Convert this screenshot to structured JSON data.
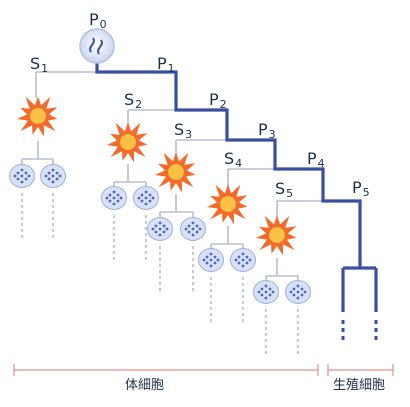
{
  "colors": {
    "germline": "#3a4f9e",
    "somatic": "#b7bdd6",
    "bracket": "#e98e8e",
    "burst_outer": "#f36a2a",
    "burst_inner": "#ffd04a",
    "cell_fill": "#d8e1f5",
    "cell_dot": "#5069b8"
  },
  "diagram": {
    "P_labels": [
      {
        "base": "P",
        "sub": "0"
      },
      {
        "base": "P",
        "sub": "1"
      },
      {
        "base": "P",
        "sub": "2"
      },
      {
        "base": "P",
        "sub": "3"
      },
      {
        "base": "P",
        "sub": "4"
      },
      {
        "base": "P",
        "sub": "5"
      }
    ],
    "S_labels": [
      {
        "base": "S",
        "sub": "1"
      },
      {
        "base": "S",
        "sub": "2"
      },
      {
        "base": "S",
        "sub": "3"
      },
      {
        "base": "S",
        "sub": "4"
      },
      {
        "base": "S",
        "sub": "5"
      }
    ],
    "somatic_label": "体細胞",
    "germline_label": "生殖細胞",
    "icons": [
      "zygote-icon",
      "burst-icon",
      "somatic-cell-icon"
    ]
  }
}
